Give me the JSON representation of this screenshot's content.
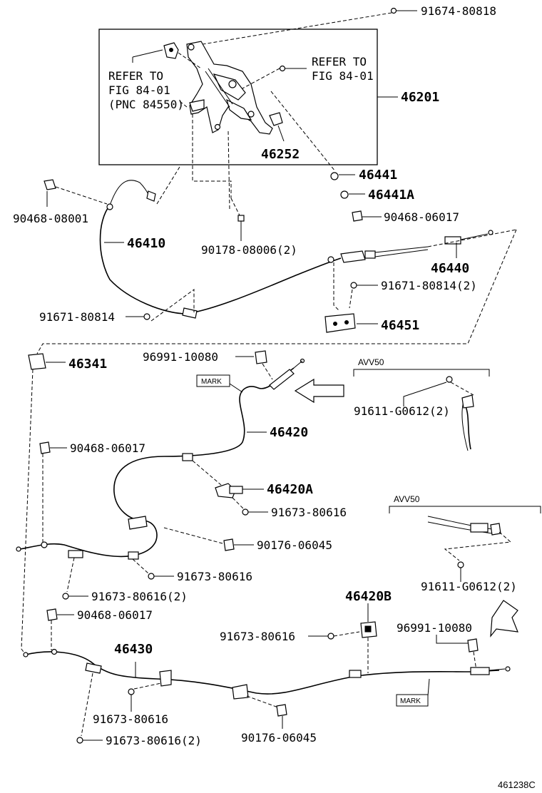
{
  "labels": {
    "p91674": "91674-80818",
    "p46201": "46201",
    "refer_left_1": "REFER TO",
    "refer_left_2": "FIG 84-01",
    "refer_left_3": "(PNC 84550)",
    "refer_right_1": "REFER TO",
    "refer_right_2": "FIG 84-01",
    "p46252": "46252",
    "p46441": "46441",
    "p46441A": "46441A",
    "p90468_08001": "90468-08001",
    "p46410": "46410",
    "p90178": "90178-08006(2)",
    "p90468_06017_top": "90468-06017",
    "p46440": "46440",
    "p91671_r": "91671-80814(2)",
    "p91671_l": "91671-80814",
    "p46451": "46451",
    "p46341": "46341",
    "p96991_top": "96991-10080",
    "mark_top": "MARK",
    "p46420": "46420",
    "avv50_top": "AVV50",
    "p91611_top": "91611-G0612(2)",
    "p90468_06017_mid": "90468-06017",
    "p46420A": "46420A",
    "p91673_a": "91673-80616",
    "avv50_bottom": "AVV50",
    "p90176_top": "90176-06045",
    "p91673_b": "91673-80616",
    "p91611_bottom": "91611-G0612(2)",
    "p91673_c": "91673-80616(2)",
    "p90468_06017_bot": "90468-06017",
    "p46420B": "46420B",
    "p91673_d": "91673-80616",
    "p96991_bottom": "96991-10080",
    "p46430": "46430",
    "mark_bottom": "MARK",
    "p91673_e": "91673-80616",
    "p90176_bottom": "90176-06045",
    "p91673_f": "91673-80616(2)",
    "figure_code": "461238C"
  }
}
